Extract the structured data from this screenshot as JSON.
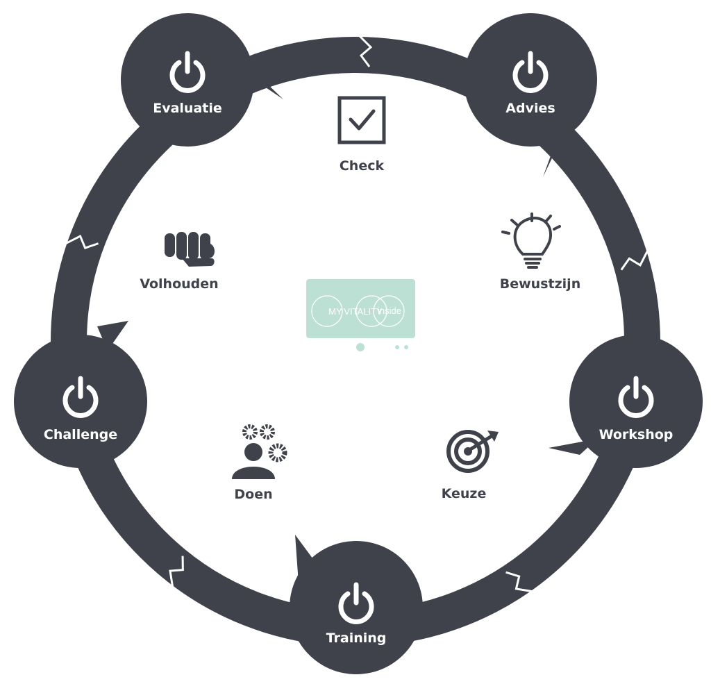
{
  "colors": {
    "ring": "#3f424b",
    "node": "#3f424b",
    "icon": "#3f424b",
    "logo": "#bde0d5",
    "background": "#ffffff"
  },
  "outer_nodes": [
    {
      "label": "Evaluatie",
      "icon": "power-icon"
    },
    {
      "label": "Advies",
      "icon": "power-icon"
    },
    {
      "label": "Workshop",
      "icon": "power-icon"
    },
    {
      "label": "Training",
      "icon": "power-icon"
    },
    {
      "label": "Challenge",
      "icon": "power-icon"
    }
  ],
  "inner_items": [
    {
      "label": "Check",
      "icon": "checkbox-icon"
    },
    {
      "label": "Bewustzijn",
      "icon": "lightbulb-icon"
    },
    {
      "label": "Keuze",
      "icon": "target-icon"
    },
    {
      "label": "Doen",
      "icon": "person-gears-icon"
    },
    {
      "label": "Volhouden",
      "icon": "fist-icon"
    }
  ],
  "logo": {
    "my": "MY",
    "vitality": "VITALITY",
    "inside": "inside"
  }
}
